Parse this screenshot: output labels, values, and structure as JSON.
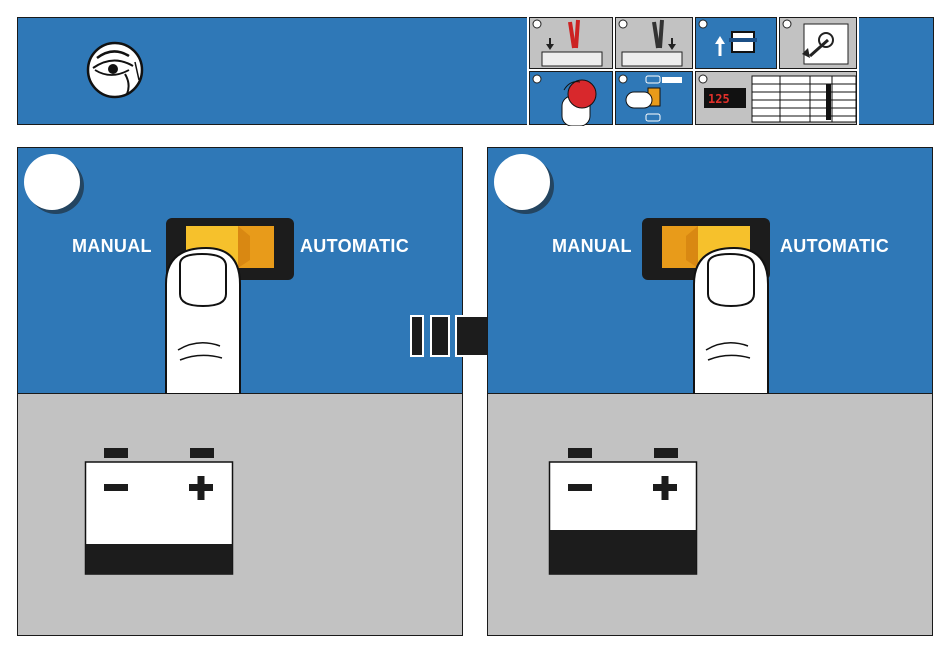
{
  "step1": {
    "left_label": "MANUAL",
    "right_label": "AUTOMATIC"
  },
  "step2": {
    "left_label": "MANUAL",
    "right_label": "AUTOMATIC"
  },
  "thumb_panel": {
    "display_value": "125"
  },
  "colors": {
    "panel_blue": "#2f78b7",
    "panel_grey": "#c2c2c2",
    "switch_orange": "#e89b1a",
    "switch_yellow": "#f6c12c",
    "display_red": "#e0302a",
    "thumb_red": "#d8282c"
  },
  "icons": [
    "eye-icon",
    "thumb-switch-icon",
    "battery-icon",
    "arrow-right-icon"
  ]
}
